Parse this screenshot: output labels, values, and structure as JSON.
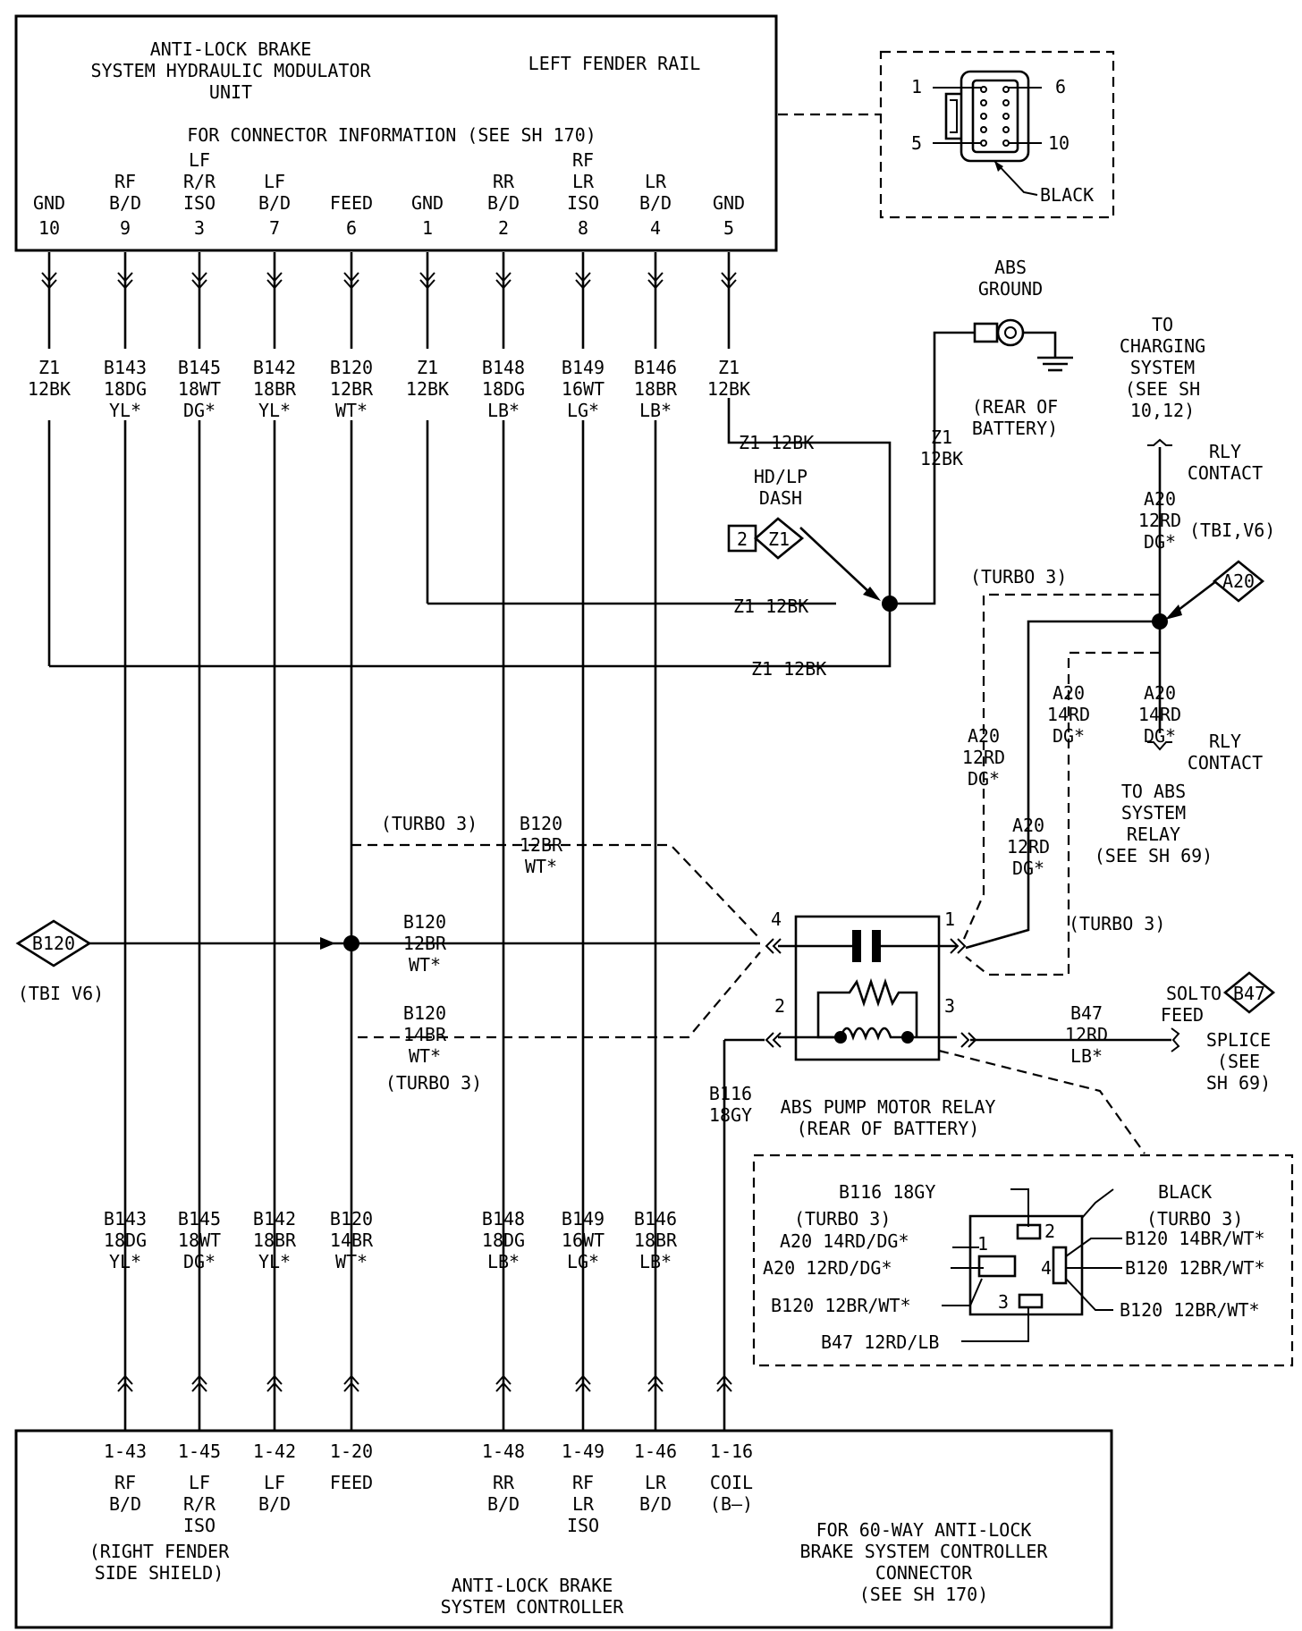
{
  "modulator": {
    "title1": "ANTI-LOCK BRAKE",
    "title2": "SYSTEM HYDRAULIC MODULATOR",
    "title3": "UNIT",
    "location": "LEFT FENDER RAIL",
    "connector_info": "FOR CONNECTOR INFORMATION (SEE SH 170)",
    "pins": [
      {
        "l1": "",
        "l2": "",
        "l3": "GND",
        "num": "10"
      },
      {
        "l1": "",
        "l2": "RF",
        "l3": "B/D",
        "num": "9"
      },
      {
        "l1": "LF",
        "l2": "R/R",
        "l3": "ISO",
        "num": "3"
      },
      {
        "l1": "",
        "l2": "LF",
        "l3": "B/D",
        "num": "7"
      },
      {
        "l1": "",
        "l2": "",
        "l3": "FEED",
        "num": "6"
      },
      {
        "l1": "",
        "l2": "",
        "l3": "GND",
        "num": "1"
      },
      {
        "l1": "",
        "l2": "RR",
        "l3": "B/D",
        "num": "2"
      },
      {
        "l1": "RF",
        "l2": "LR",
        "l3": "ISO",
        "num": "8"
      },
      {
        "l1": "",
        "l2": "LR",
        "l3": "B/D",
        "num": "4"
      },
      {
        "l1": "",
        "l2": "",
        "l3": "GND",
        "num": "5"
      }
    ]
  },
  "connector_view": {
    "pin1": "1",
    "pin6": "6",
    "pin5": "5",
    "pin10": "10",
    "color": "BLACK"
  },
  "upper_wires": [
    {
      "c": "Z1",
      "g": "12BK",
      "col": ""
    },
    {
      "c": "B143",
      "g": "18DG",
      "col": "YL*"
    },
    {
      "c": "B145",
      "g": "18WT",
      "col": "DG*"
    },
    {
      "c": "B142",
      "g": "18BR",
      "col": "YL*"
    },
    {
      "c": "B120",
      "g": "12BR",
      "col": "WT*"
    },
    {
      "c": "Z1",
      "g": "12BK",
      "col": ""
    },
    {
      "c": "B148",
      "g": "18DG",
      "col": "LB*"
    },
    {
      "c": "B149",
      "g": "16WT",
      "col": "LG*"
    },
    {
      "c": "B146",
      "g": "18BR",
      "col": "LB*"
    },
    {
      "c": "Z1",
      "g": "12BK",
      "col": ""
    }
  ],
  "lower_wires": [
    {
      "c": "B143",
      "g": "18DG",
      "col": "YL*"
    },
    {
      "c": "B145",
      "g": "18WT",
      "col": "DG*"
    },
    {
      "c": "B142",
      "g": "18BR",
      "col": "YL*"
    },
    {
      "c": "B120",
      "g": "14BR",
      "col": "WT*"
    },
    {
      "c": "B148",
      "g": "18DG",
      "col": "LB*"
    },
    {
      "c": "B149",
      "g": "16WT",
      "col": "LG*"
    },
    {
      "c": "B146",
      "g": "18BR",
      "col": "LB*"
    }
  ],
  "ground": {
    "title1": "ABS",
    "title2": "GROUND",
    "loc1": "(REAR OF",
    "loc2": "BATTERY)",
    "wire_c": "Z1",
    "wire_g": "12BK",
    "z1_12bk": "Z1 12BK",
    "hdlp1": "HD/LP",
    "hdlp2": "DASH",
    "splice_num": "2",
    "splice_name": "Z1"
  },
  "charging": {
    "to": "TO",
    "l1": "CHARGING",
    "l2": "SYSTEM",
    "l3": "(SEE SH",
    "l4": "10,12)",
    "rly": "RLY",
    "contact": "CONTACT",
    "a20": "A20",
    "g12": "12RD",
    "dg": "DG*",
    "tbi": "(TBI,V6)",
    "splice": "A20",
    "turbo": "(TURBO 3)",
    "a20_14": "14RD",
    "to_abs1": "TO ABS",
    "to_abs2": "SYSTEM",
    "to_abs3": "RELAY",
    "to_abs4": "(SEE SH 69)"
  },
  "feed": {
    "splice": "B120",
    "tbi": "(TBI V6)",
    "turbo": "(TURBO 3)",
    "b120": "B120",
    "g12": "12BR",
    "g14": "14BR",
    "wt": "WT*"
  },
  "relay": {
    "pin1": "1",
    "pin2": "2",
    "pin3": "3",
    "pin4": "4",
    "title1": "ABS PUMP MOTOR RELAY",
    "title2": "(REAR OF BATTERY)",
    "b116_c": "B116",
    "b116_g": "18GY",
    "b47_c": "B47",
    "b47_g": "12RD",
    "b47_col": "LB*",
    "sol1": "SOL",
    "sol2": "FEED",
    "to": "TO",
    "b47_splice": "B47",
    "splice1": "SPLICE",
    "splice2": "(SEE",
    "splice3": "SH 69)",
    "turbo": "(TURBO 3)"
  },
  "relay_detail": {
    "b116": "B116 18GY",
    "black": "BLACK",
    "turbo_l": "(TURBO 3)",
    "turbo_r": "(TURBO 3)",
    "a20_14": "A20 14RD/DG*",
    "a20_12": "A20 12RD/DG*",
    "b120_12l": "B120 12BR/WT*",
    "b47": "B47 12RD/LB",
    "b120_14r": "B120 14BR/WT*",
    "b120_12r": "B120 12BR/WT*",
    "b120_12r2": "B120 12BR/WT*",
    "p1": "1",
    "p2": "2",
    "p3": "3",
    "p4": "4"
  },
  "controller": {
    "pins": [
      {
        "num": "1-43",
        "l1": "RF",
        "l2": "B/D",
        "l3": ""
      },
      {
        "num": "1-45",
        "l1": "LF",
        "l2": "R/R",
        "l3": "ISO"
      },
      {
        "num": "1-42",
        "l1": "LF",
        "l2": "B/D",
        "l3": ""
      },
      {
        "num": "1-20",
        "l1": "FEED",
        "l2": "",
        "l3": ""
      },
      {
        "num": "1-48",
        "l1": "RR",
        "l2": "B/D",
        "l3": ""
      },
      {
        "num": "1-49",
        "l1": "RF",
        "l2": "LR",
        "l3": "ISO"
      },
      {
        "num": "1-46",
        "l1": "LR",
        "l2": "B/D",
        "l3": ""
      },
      {
        "num": "1-16",
        "l1": "COIL",
        "l2": "(B—)",
        "l3": ""
      }
    ],
    "loc1": "(RIGHT FENDER",
    "loc2": "SIDE SHIELD)",
    "title1": "ANTI-LOCK BRAKE",
    "title2": "SYSTEM CONTROLLER",
    "info1": "FOR 60-WAY ANTI-LOCK",
    "info2": "BRAKE SYSTEM CONTROLLER",
    "info3": "CONNECTOR",
    "info4": "(SEE SH 170)"
  }
}
